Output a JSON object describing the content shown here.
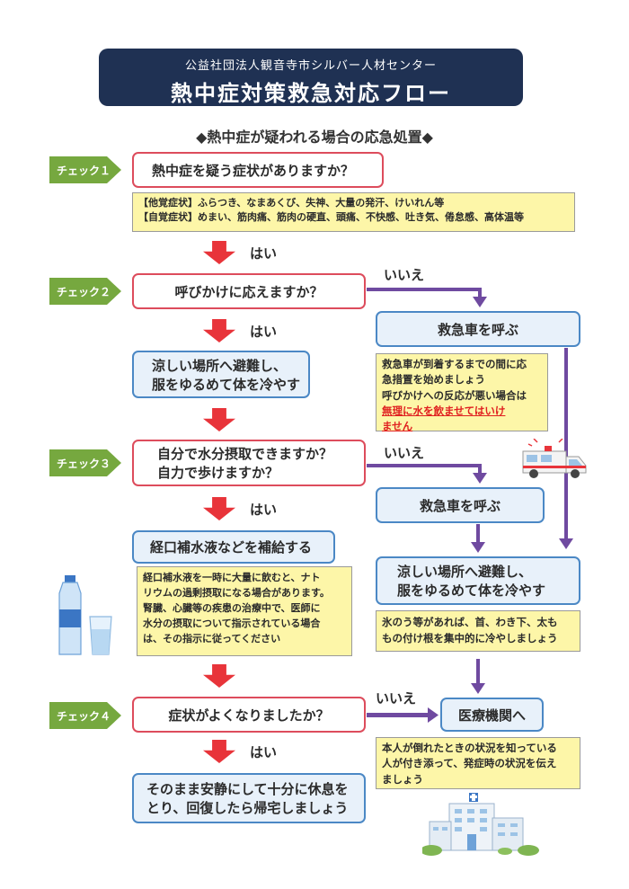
{
  "header": {
    "organization": "公益社団法人観音寺市シルバー人材センター",
    "title": "熱中症対策救急対応フロー"
  },
  "subtitle": "◆熱中症が疑われる場合の応急処置◆",
  "check1": {
    "tag": "チェック１",
    "question": "熱中症を疑う症状がありますか？",
    "symptoms_line1": "【他覚症状】ふらつき、なまあくび、失神、大量の発汗、けいれん等",
    "symptoms_line2": "【自覚症状】めまい、筋肉痛、筋肉の硬直、頭痛、不快感、吐き気、倦怠感、高体温等",
    "yes": "はい"
  },
  "check2": {
    "tag": "チェック２",
    "question": "呼びかけに応えますか？",
    "yes": "はい",
    "no": "いいえ",
    "yes_action_line1": "涼しい場所へ避難し、",
    "yes_action_line2": "服をゆるめて体を冷やす",
    "no_action": "救急車を呼ぶ",
    "note_line1": "救急車が到着するまでの間に応",
    "note_line2": "急措置を始めましょう",
    "note_line3": "呼びかけへの反応が悪い場合は",
    "warning_line1": "無理に水を飲ませてはいけ",
    "warning_line2": "ません"
  },
  "check3": {
    "tag": "チェック３",
    "question_line1": "自分で水分摂取できますか？",
    "question_line2": "自力で歩けますか？",
    "yes": "はい",
    "no": "いいえ",
    "yes_action": "経口補水液などを補給する",
    "no_action": "救急車を呼ぶ",
    "note_line1": "経口補水液を一時に大量に飲むと、ナト",
    "note_line2": "リウムの過剰摂取になる場合があります。",
    "note_line3": "腎臓、心臓等の疾患の治療中で、医師に",
    "note_line4": "水分の摂取について指示されている場合",
    "note_line5": "は、その指示に従ってください",
    "cool_line1": "涼しい場所へ避難し、",
    "cool_line2": "服をゆるめて体を冷やす",
    "ice_line1": "氷のう等があれば、首、わき下、太も",
    "ice_line2": "もの付け根を集中的に冷やしましょう"
  },
  "check4": {
    "tag": "チェック４",
    "question": "症状がよくなりましたか？",
    "yes": "はい",
    "no": "いいえ",
    "yes_action_line1": "そのまま安静にして十分に休息を",
    "yes_action_line2": "とり、回復したら帰宅しましょう",
    "no_action": "医療機関へ",
    "note_line1": "本人が倒れたときの状況を知っている",
    "note_line2": "人が付き添って、発症時の状況を伝え",
    "note_line3": "ましょう"
  },
  "icons": {
    "ambulance": "ambulance-icon",
    "water_bottle": "water-bottle-icon",
    "hospital": "hospital-icon"
  },
  "colors": {
    "header_bg": "#1f3153",
    "check_tag": "#76a83f",
    "question_border": "#dd4c5c",
    "action_border": "#4b88c5",
    "note_bg": "#fdf6a8",
    "yes_arrow": "#e8343a",
    "no_arrow": "#6f4aa0"
  }
}
